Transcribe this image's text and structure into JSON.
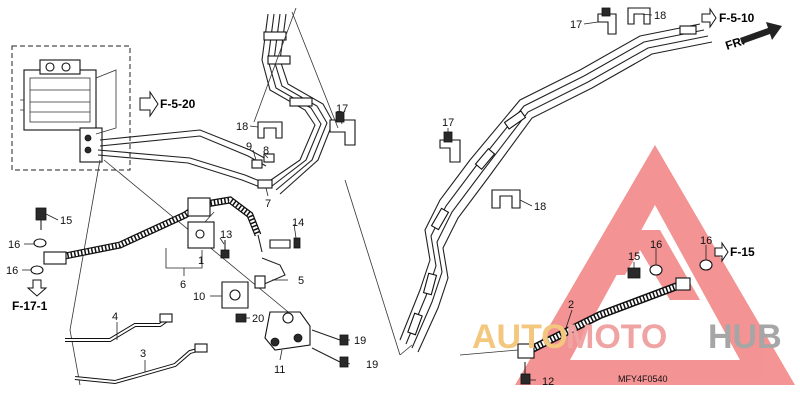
{
  "references": {
    "f_5_20": "F-5-20",
    "f_5_10": "F-5-10",
    "f_17_1": "F-17-1",
    "f_15": "F-15",
    "fr": "FR."
  },
  "callouts": {
    "c1": "1",
    "c2": "2",
    "c3": "3",
    "c4": "4",
    "c5": "5",
    "c6": "6",
    "c7": "7",
    "c8": "8",
    "c9": "9",
    "c10": "10",
    "c11": "11",
    "c12": "12",
    "c13": "13",
    "c14": "14",
    "c15a": "15",
    "c15b": "15",
    "c16a": "16",
    "c16b": "16",
    "c16c": "16",
    "c16d": "16",
    "c17a": "17",
    "c17b": "17",
    "c17c": "17",
    "c18a": "18",
    "c18b": "18",
    "c18c": "18",
    "c19a": "19",
    "c19b": "19",
    "c20": "20"
  },
  "diagram_code": "MFY4F0540",
  "watermark": {
    "part_auto": "AUTO",
    "part_moto": "MOTO",
    "part_hub": "HUB",
    "colors": {
      "triangle": "#f07070",
      "auto": "#f3c77e",
      "moto": "#f0a3a3",
      "hub": "#a6a6a6"
    }
  }
}
